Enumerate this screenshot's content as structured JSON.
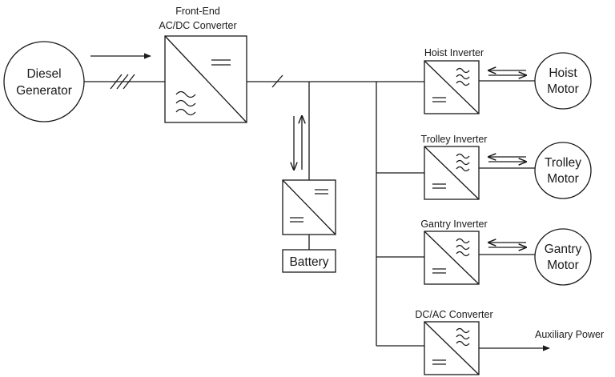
{
  "diagram": {
    "title": "",
    "components": {
      "diesel_generator": {
        "line1": "Diesel",
        "line2": "Generator"
      },
      "front_end_converter": {
        "line1": "Front-End",
        "line2": "AC/DC Converter"
      },
      "battery": {
        "label": "Battery"
      },
      "hoist_inverter": {
        "label": "Hoist Inverter"
      },
      "hoist_motor": {
        "line1": "Hoist",
        "line2": "Motor"
      },
      "trolley_inverter": {
        "label": "Trolley Inverter"
      },
      "trolley_motor": {
        "line1": "Trolley",
        "line2": "Motor"
      },
      "gantry_inverter": {
        "label": "Gantry Inverter"
      },
      "gantry_motor": {
        "line1": "Gantry",
        "line2": "Motor"
      },
      "dcac_converter": {
        "label": "DC/AC Converter"
      },
      "auxiliary_power": {
        "label": "Auxiliary Power"
      }
    }
  }
}
